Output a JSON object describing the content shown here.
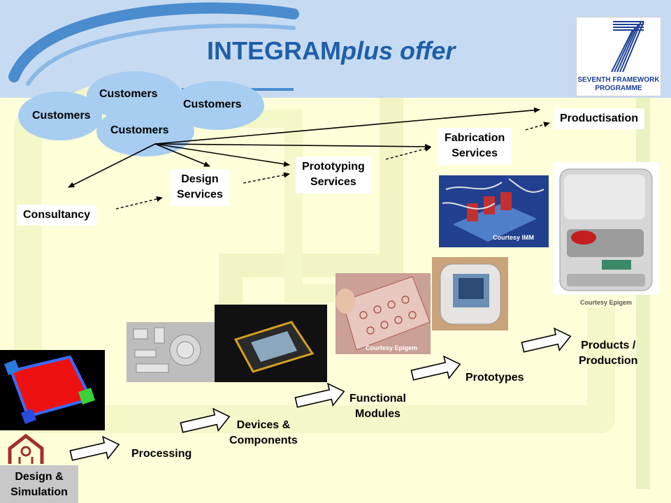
{
  "title": {
    "main": "INTEGRAM",
    "italic": "plus offer"
  },
  "logo": {
    "line1": "SEVENTH FRAMEWORK",
    "line2": "PROGRAMME"
  },
  "customers": [
    "Customers",
    "Customers",
    "Customers",
    "Customers"
  ],
  "services": {
    "consultancy": "Consultancy",
    "design": [
      "Design",
      "Services"
    ],
    "prototyping": [
      "Prototyping",
      "Services"
    ],
    "fabrication": [
      "Fabrication",
      "Services"
    ],
    "productisation": "Productisation"
  },
  "steps": {
    "design_simulation": [
      "Design &",
      "Simulation"
    ],
    "processing": "Processing",
    "devices": [
      "Devices &",
      "Components"
    ],
    "modules": [
      "Functional",
      "Modules"
    ],
    "prototypes": "Prototypes",
    "products": [
      "Products /",
      "Production"
    ]
  },
  "credits": {
    "imm": "Courtesy IMM",
    "epigem_chip": "Courtesy Epigem",
    "epigem_device": "Courtesy Epigem"
  },
  "colors": {
    "background": "#ffffd9",
    "banner": "#c6dbf2",
    "cloud": "#a7cdf0",
    "title": "#1f5fa8",
    "logo_blue": "#1c3f94"
  }
}
